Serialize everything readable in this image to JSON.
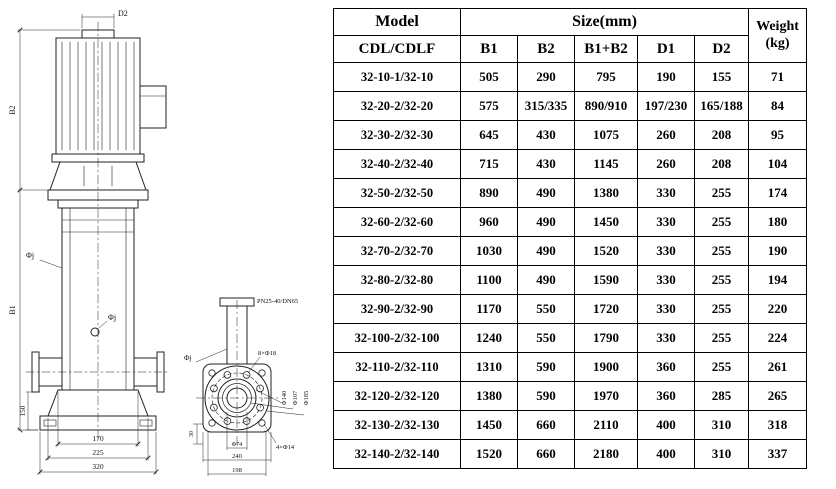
{
  "table": {
    "header": {
      "model": "Model",
      "model_sub": "CDL/CDLF",
      "size_title": "Size(mm)",
      "col_b1": "B1",
      "col_b2": "B2",
      "col_b1b2": "B1+B2",
      "col_d1": "D1",
      "col_d2": "D2",
      "weight_title": "Weight",
      "weight_unit": "(kg)"
    },
    "rows": [
      {
        "model": "32-10-1/32-10",
        "b1": "505",
        "b2": "290",
        "b1b2": "795",
        "d1": "190",
        "d2": "155",
        "weight": "71"
      },
      {
        "model": "32-20-2/32-20",
        "b1": "575",
        "b2": "315/335",
        "b1b2": "890/910",
        "d1": "197/230",
        "d2": "165/188",
        "weight": "84"
      },
      {
        "model": "32-30-2/32-30",
        "b1": "645",
        "b2": "430",
        "b1b2": "1075",
        "d1": "260",
        "d2": "208",
        "weight": "95"
      },
      {
        "model": "32-40-2/32-40",
        "b1": "715",
        "b2": "430",
        "b1b2": "1145",
        "d1": "260",
        "d2": "208",
        "weight": "104"
      },
      {
        "model": "32-50-2/32-50",
        "b1": "890",
        "b2": "490",
        "b1b2": "1380",
        "d1": "330",
        "d2": "255",
        "weight": "174"
      },
      {
        "model": "32-60-2/32-60",
        "b1": "960",
        "b2": "490",
        "b1b2": "1450",
        "d1": "330",
        "d2": "255",
        "weight": "180"
      },
      {
        "model": "32-70-2/32-70",
        "b1": "1030",
        "b2": "490",
        "b1b2": "1520",
        "d1": "330",
        "d2": "255",
        "weight": "190"
      },
      {
        "model": "32-80-2/32-80",
        "b1": "1100",
        "b2": "490",
        "b1b2": "1590",
        "d1": "330",
        "d2": "255",
        "weight": "194"
      },
      {
        "model": "32-90-2/32-90",
        "b1": "1170",
        "b2": "550",
        "b1b2": "1720",
        "d1": "330",
        "d2": "255",
        "weight": "220"
      },
      {
        "model": "32-100-2/32-100",
        "b1": "1240",
        "b2": "550",
        "b1b2": "1790",
        "d1": "330",
        "d2": "255",
        "weight": "224"
      },
      {
        "model": "32-110-2/32-110",
        "b1": "1310",
        "b2": "590",
        "b1b2": "1900",
        "d1": "360",
        "d2": "255",
        "weight": "261"
      },
      {
        "model": "32-120-2/32-120",
        "b1": "1380",
        "b2": "590",
        "b1b2": "1970",
        "d1": "360",
        "d2": "285",
        "weight": "265"
      },
      {
        "model": "32-130-2/32-130",
        "b1": "1450",
        "b2": "660",
        "b1b2": "2110",
        "d1": "400",
        "d2": "310",
        "weight": "318"
      },
      {
        "model": "32-140-2/32-140",
        "b1": "1520",
        "b2": "660",
        "b1b2": "2180",
        "d1": "400",
        "d2": "310",
        "weight": "337"
      }
    ]
  },
  "drawing": {
    "labels": {
      "d2": "D2",
      "b2": "B2",
      "b1": "B1",
      "phi_left": "Φj",
      "phi_center": "Φj",
      "phi_flange": "Φj",
      "dim_150": "150",
      "dim_170": "170",
      "dim_225": "225",
      "dim_320": "320",
      "flange_spec": "PN25-40/DN65",
      "bolt8": "8×Φ18",
      "phi140": "Φ140",
      "phi107": "Φ107",
      "phi185": "Φ185",
      "bolt4": "4×Φ14",
      "phi74": "Φ74",
      "dim_240": "240",
      "dim_198": "198",
      "dim_30": "30"
    }
  }
}
